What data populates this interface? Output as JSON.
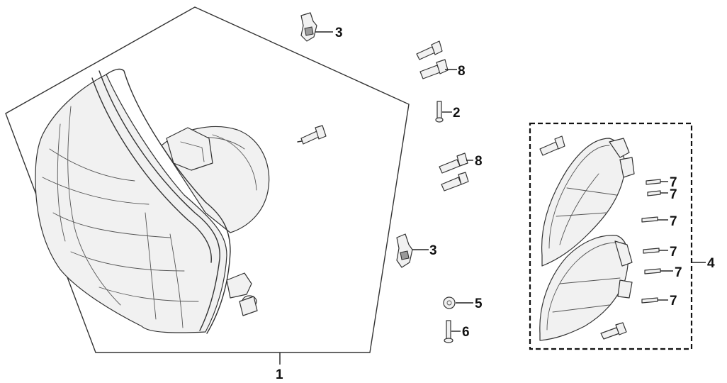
{
  "callouts": {
    "c1": "1",
    "c2": "2",
    "c3a": "3",
    "c3b": "3",
    "c4": "4",
    "c5": "5",
    "c6": "6",
    "c7a": "7",
    "c7b": "7",
    "c7c": "7",
    "c7d": "7",
    "c7e": "7",
    "c7f": "7",
    "c8a": "8",
    "c8b": "8"
  }
}
